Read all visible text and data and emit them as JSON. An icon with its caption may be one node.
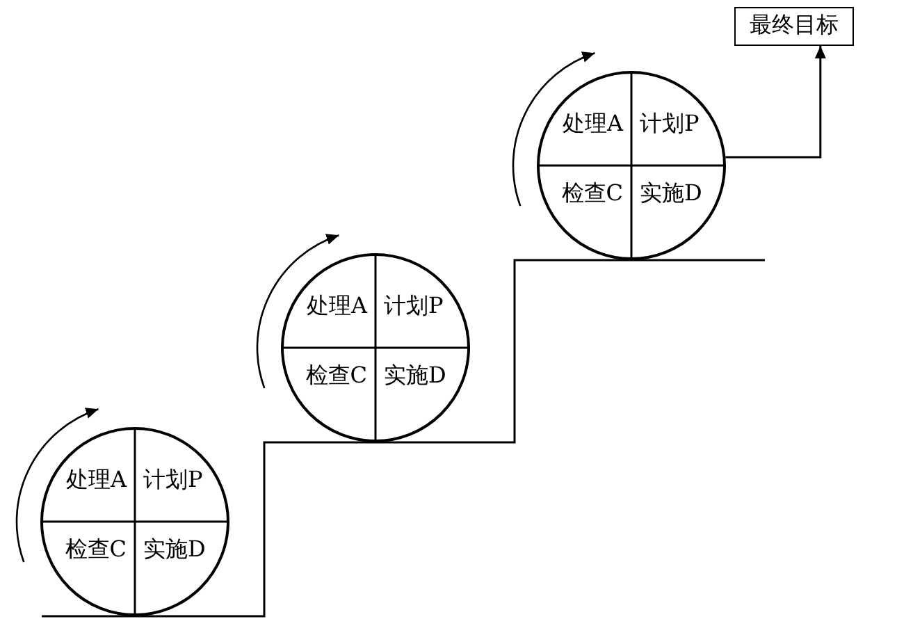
{
  "diagram": {
    "nodes": [
      {
        "text": [
          "处理A",
          "计划P",
          "检查C",
          "实施D"
        ]
      },
      {
        "text": [
          "处理A",
          "计划P",
          "检查C",
          "实施D"
        ]
      },
      {
        "text": [
          "处理A",
          "计划P",
          "检查C",
          "实施D"
        ]
      },
      {
        "text": [
          "最终目标"
        ]
      }
    ],
    "edges": [
      {
        "from": 2,
        "to": 3,
        "arrow": "to"
      }
    ]
  }
}
